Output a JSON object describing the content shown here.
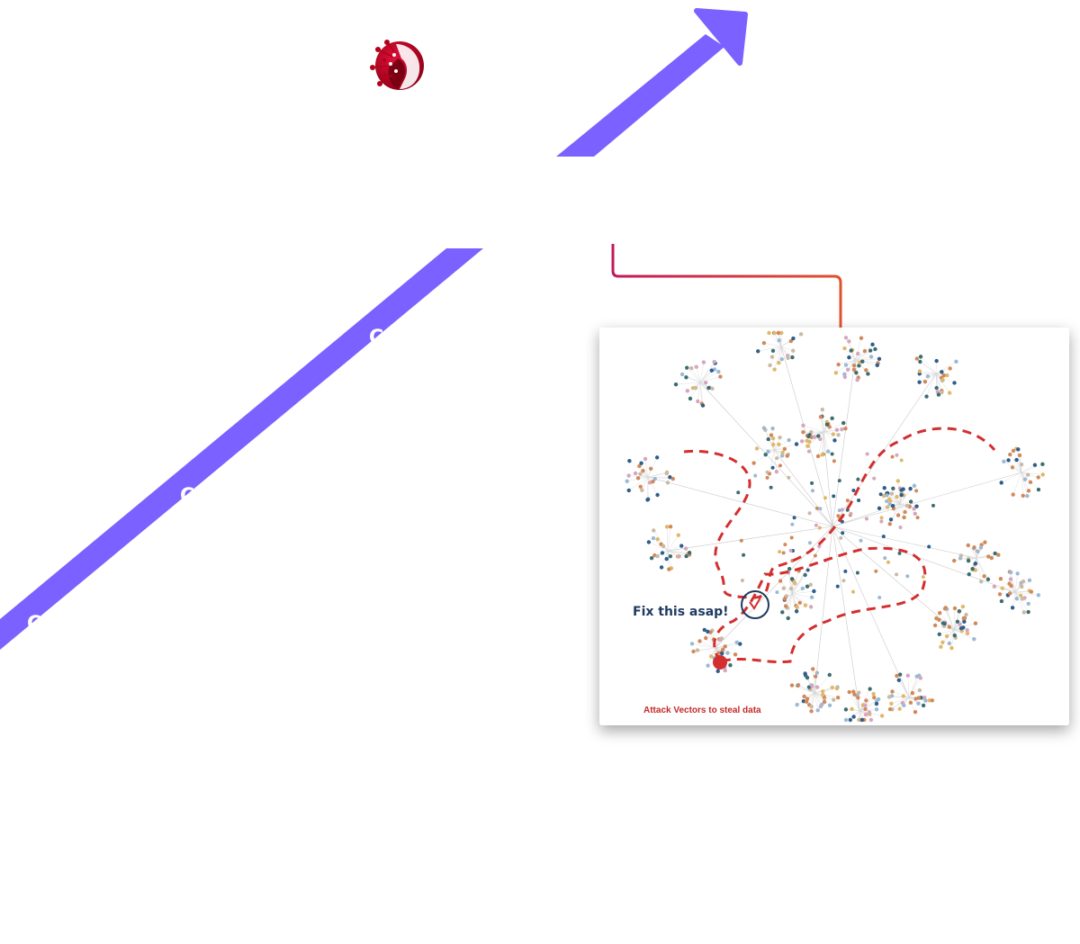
{
  "colors": {
    "arrow": "#7B61FF",
    "connector_start": "#C2185B",
    "connector_end": "#E0522E",
    "attack_path": "#D32F2F",
    "callout_ring": "#1F3A5F",
    "logo": "#B3001B"
  },
  "logo": {
    "icon": "virus-network-logo-icon"
  },
  "timeline": {
    "markers": [
      {
        "label": "C"
      },
      {
        "label": "C"
      },
      {
        "label": "C"
      }
    ]
  },
  "graph_card": {
    "callout": "Fix this asap!",
    "caption": "Attack Vectors to steal data"
  }
}
